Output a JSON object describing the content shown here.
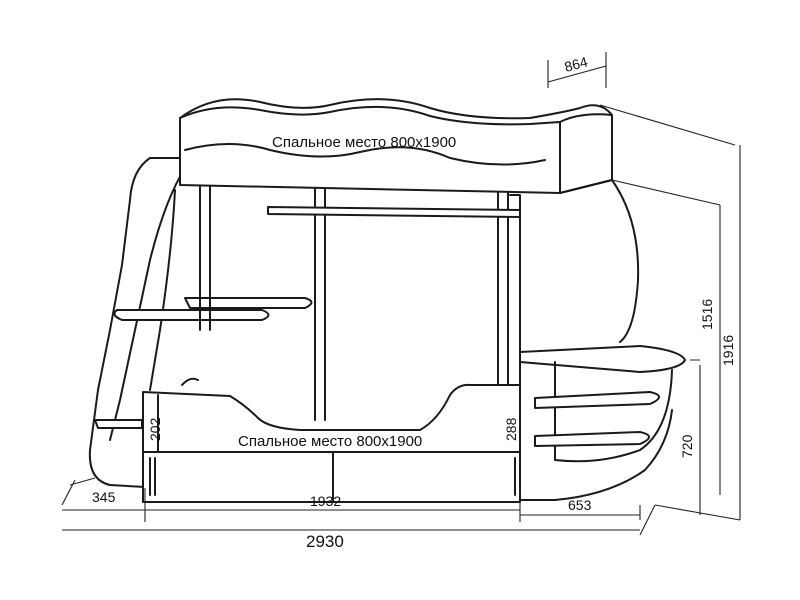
{
  "labels": {
    "top_bed": "Спальное место 800х1900",
    "bottom_bed": "Спальное место 800х1900"
  },
  "dimensions": {
    "depth": "864",
    "height_upper": "1516",
    "height_total": "1916",
    "height_shelf": "720",
    "left_side": "202",
    "right_side": "288",
    "width_left": "345",
    "width_main": "1932",
    "width_right": "653",
    "width_total": "2930"
  }
}
